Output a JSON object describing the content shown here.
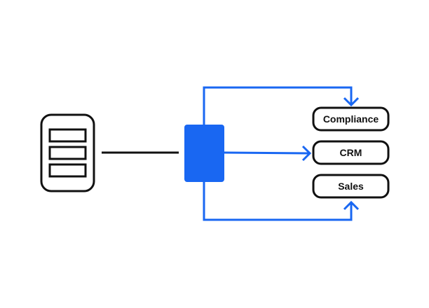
{
  "colors": {
    "accent": "#1967F2",
    "stroke": "#111111",
    "background": "#ffffff"
  },
  "diagram": {
    "source": {
      "icon": "database-server-icon"
    },
    "hub": {
      "icon": "router-block"
    },
    "destinations": [
      {
        "id": "compliance",
        "label": "Compliance"
      },
      {
        "id": "crm",
        "label": "CRM"
      },
      {
        "id": "sales",
        "label": "Sales"
      }
    ]
  }
}
